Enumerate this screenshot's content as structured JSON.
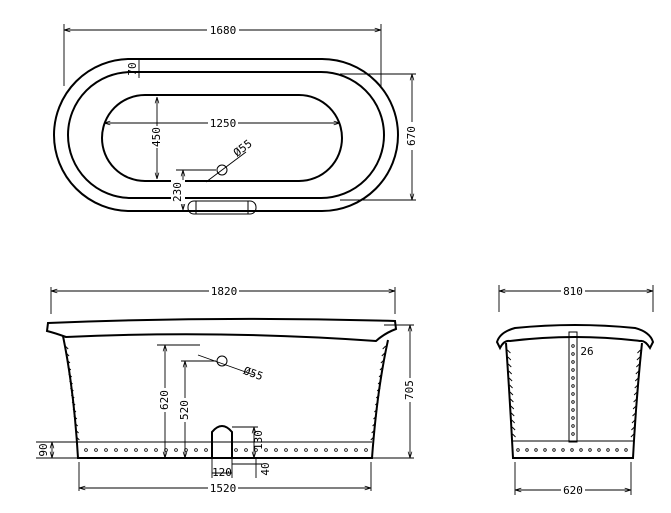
{
  "plan_view": {
    "overall_length": "1680",
    "overall_width": "670",
    "rim_width": "70",
    "basin_length": "1250",
    "basin_width": "450",
    "waste_offset": "230",
    "waste_diameter": "Ø55"
  },
  "side_view": {
    "overall_length": "1820",
    "base_length": "1520",
    "overall_height": "705",
    "overflow_height_outer": "620",
    "overflow_height_inner": "520",
    "overflow_diameter": "Ø55",
    "plinth_height": "90",
    "waste_height": "130",
    "waste_width": "120",
    "waste_gap": "40"
  },
  "end_view": {
    "overall_width": "810",
    "base_width": "620",
    "rim_depth": "26"
  }
}
